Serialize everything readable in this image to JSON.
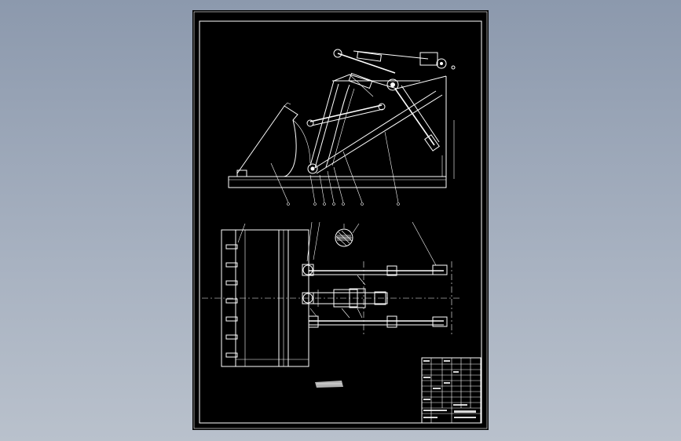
{
  "colors": {
    "desktop_background": "#9aa5b7",
    "sheet_background": "#000000",
    "line_color": "#ffffff"
  },
  "drawing": {
    "views": [
      "side-elevation",
      "top-plan",
      "section-detail"
    ],
    "title_block": {
      "rows": 10,
      "columns": 6
    }
  }
}
